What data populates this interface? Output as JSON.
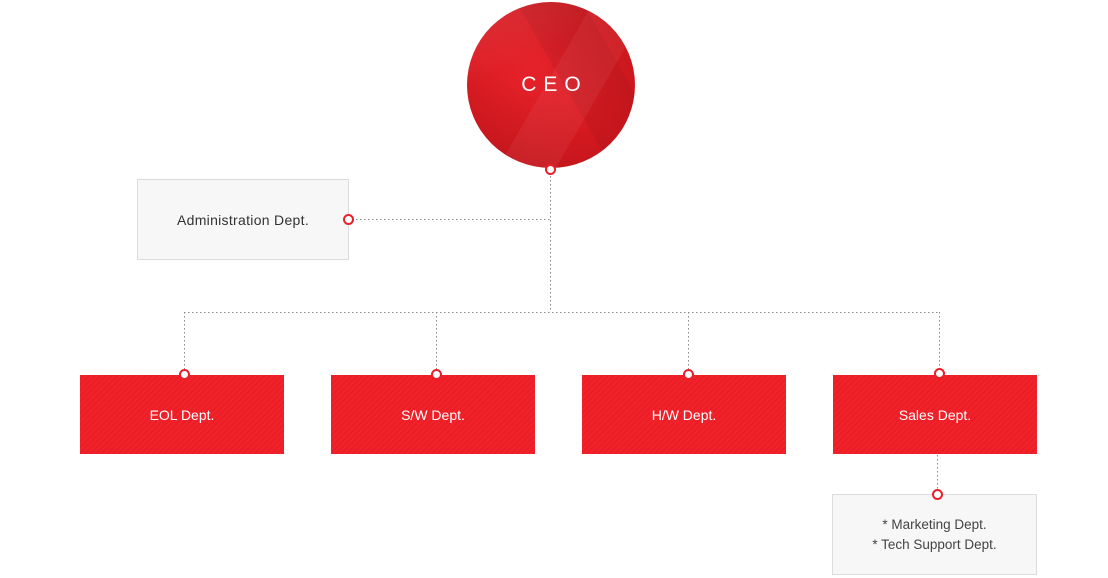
{
  "ceo": {
    "label": "CEO"
  },
  "admin": {
    "label": "Administration Dept."
  },
  "departments": [
    {
      "label": "EOL Dept."
    },
    {
      "label": "S/W Dept."
    },
    {
      "label": "H/W Dept."
    },
    {
      "label": "Sales Dept."
    }
  ],
  "sales_sub": {
    "items": [
      "* Marketing Dept.",
      "* Tech Support Dept."
    ]
  },
  "colors": {
    "accent": "#ee1c24",
    "ceo_circle": "#d71920",
    "connector": "#888888",
    "light_box_bg": "#f7f7f7",
    "light_box_border": "#dcdcdc"
  }
}
